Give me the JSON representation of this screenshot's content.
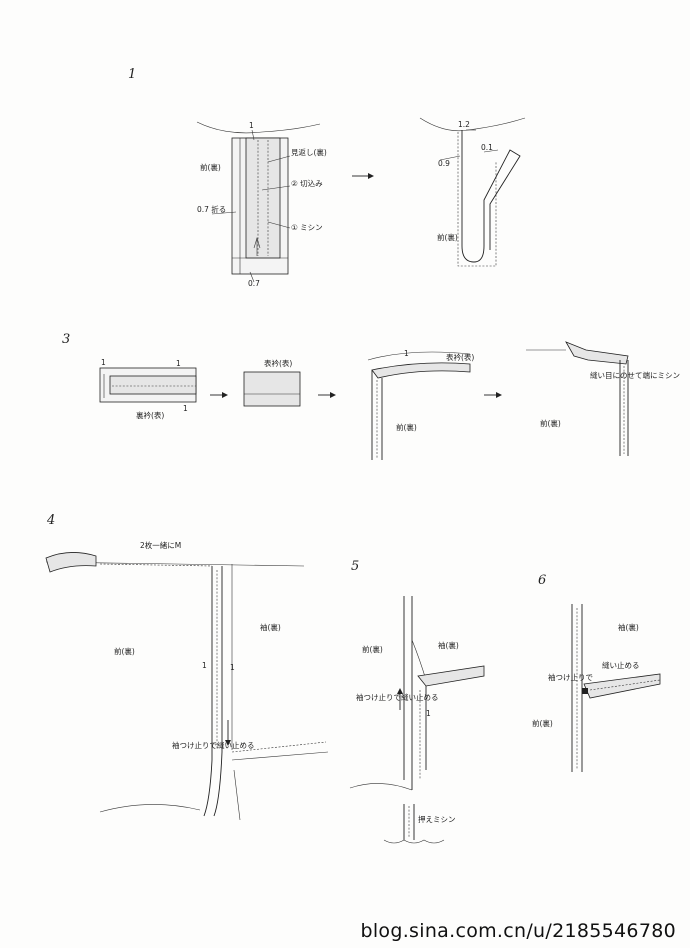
{
  "steps": [
    "1",
    "3",
    "4",
    "5",
    "6"
  ],
  "step1": {
    "left": {
      "top_num": "1",
      "mihakashi": "見返し(裏)",
      "kirikomi": "② 切込み",
      "mishin": "① ミシン",
      "mae": "前(裏)",
      "fold": "0.7 折る",
      "bottom_num": "0.7"
    },
    "right": {
      "n12": "1.2",
      "n01": "0.1",
      "n09": "0.9",
      "mae": "前(裏)"
    }
  },
  "step3": {
    "a_n1a": "1",
    "a_n1b": "1",
    "a_n1c": "1",
    "a_label": "裏衿(表)",
    "b_label": "表衿(表)",
    "c_n1": "1",
    "c_label": "表衿(表)",
    "c_mae": "前(裏)",
    "d_note": "縫い目にのせて端にミシン",
    "d_mae": "前(裏)"
  },
  "step4": {
    "top_note": "2枚一緒にM",
    "mae": "前(裏)",
    "sode": "袖(裏)",
    "n1a": "1",
    "n1b": "1",
    "note": "袖つけ止りで縫い止める"
  },
  "step5": {
    "mae": "前(裏)",
    "sode": "袖(裏)",
    "note": "袖つけ止りで縫い止める",
    "n1": "1",
    "osae": "押えミシン"
  },
  "step6": {
    "sode": "袖(裏)",
    "stop": "縫い止める",
    "note": "袖つけ止りで",
    "mae": "前(裏)"
  },
  "watermark": "blog.sina.com.cn/u/2185546780"
}
